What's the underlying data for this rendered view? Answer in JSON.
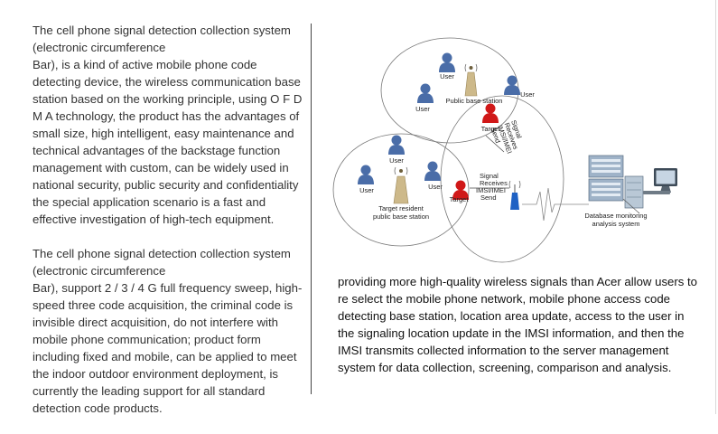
{
  "left_column": {
    "paragraph_1": "The cell phone signal detection collection system\n(electronic circumference\nBar), is a kind of active mobile phone code detecting device, the wireless communication base station based on the working principle, using O F D M A technology, the product has the advantages of small size, high intelligent, easy maintenance and technical advantages of the backstage function management with custom, can be widely used in national security, public security and confidentiality the special application scenario is a fast and effective investigation of high-tech equipment.",
    "paragraph_2": "The cell phone signal detection collection system\n(electronic circumference\nBar), support 2 / 3 / 4 G full frequency sweep, high-speed three code acquisition, the criminal code is invisible direct acquisition, do not interfere with mobile phone communication; product form including fixed and mobile, can be applied to meet the indoor outdoor environment deployment, is currently the leading support for all standard detection code products."
  },
  "diagram": {
    "user_label": "User",
    "target_label": "Target",
    "public_base_station": "Public base station",
    "resident_line1": "Target resident",
    "resident_line2": "public base station",
    "signal_line1": "Signal",
    "signal_line2": "Receives",
    "signal_line3": "IMSI/IMEI",
    "signal_line4": "Send",
    "db_line1": "Database monitoring",
    "db_line2": "analysis system",
    "colors": {
      "user": "#4a6da8",
      "target": "#d01818",
      "tower": "#cdb98a",
      "detector": "#1f62c4",
      "server": "#9fb3c8"
    }
  },
  "right_column": {
    "paragraph": "providing more high-quality wireless signals than Acer allow users to re select the mobile phone network, mobile phone access code detecting base station, location area update, access to the user in the signaling location update in the IMSI information, and then the IMSI transmits collected information to the server management system for data collection, screening, comparison and analysis."
  }
}
